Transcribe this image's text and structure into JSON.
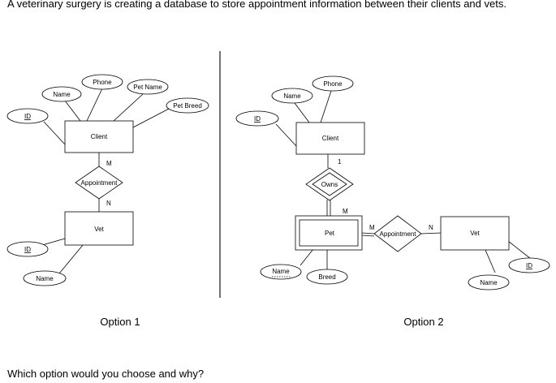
{
  "question": "A veterinary surgery is creating a database to store appointment information between their clients and vets.",
  "prompt": "Which option would you choose and why?",
  "option1": {
    "caption": "Option 1",
    "entities": {
      "client": "Client",
      "vet": "Vet"
    },
    "relationship": "Appointment",
    "attributes": {
      "client_id": "ID",
      "client_name": "Name",
      "client_phone": "Phone",
      "pet_name": "Pet Name",
      "pet_breed": "Pet Breed",
      "vet_id": "ID",
      "vet_name": "Name"
    },
    "cardinality": {
      "client_side": "M",
      "vet_side": "N"
    }
  },
  "option2": {
    "caption": "Option 2",
    "entities": {
      "client": "Client",
      "pet": "Pet",
      "vet": "Vet"
    },
    "relationships": {
      "owns": "Owns",
      "appointment": "Appointment"
    },
    "attributes": {
      "client_id": "ID",
      "client_name": "Name",
      "client_phone": "Phone",
      "pet_name": "Name",
      "pet_breed": "Breed",
      "vet_id": "ID",
      "vet_name": "Name"
    },
    "cardinality": {
      "owns_client": "1",
      "owns_pet": "M",
      "appt_pet": "M",
      "appt_vet": "N"
    }
  }
}
